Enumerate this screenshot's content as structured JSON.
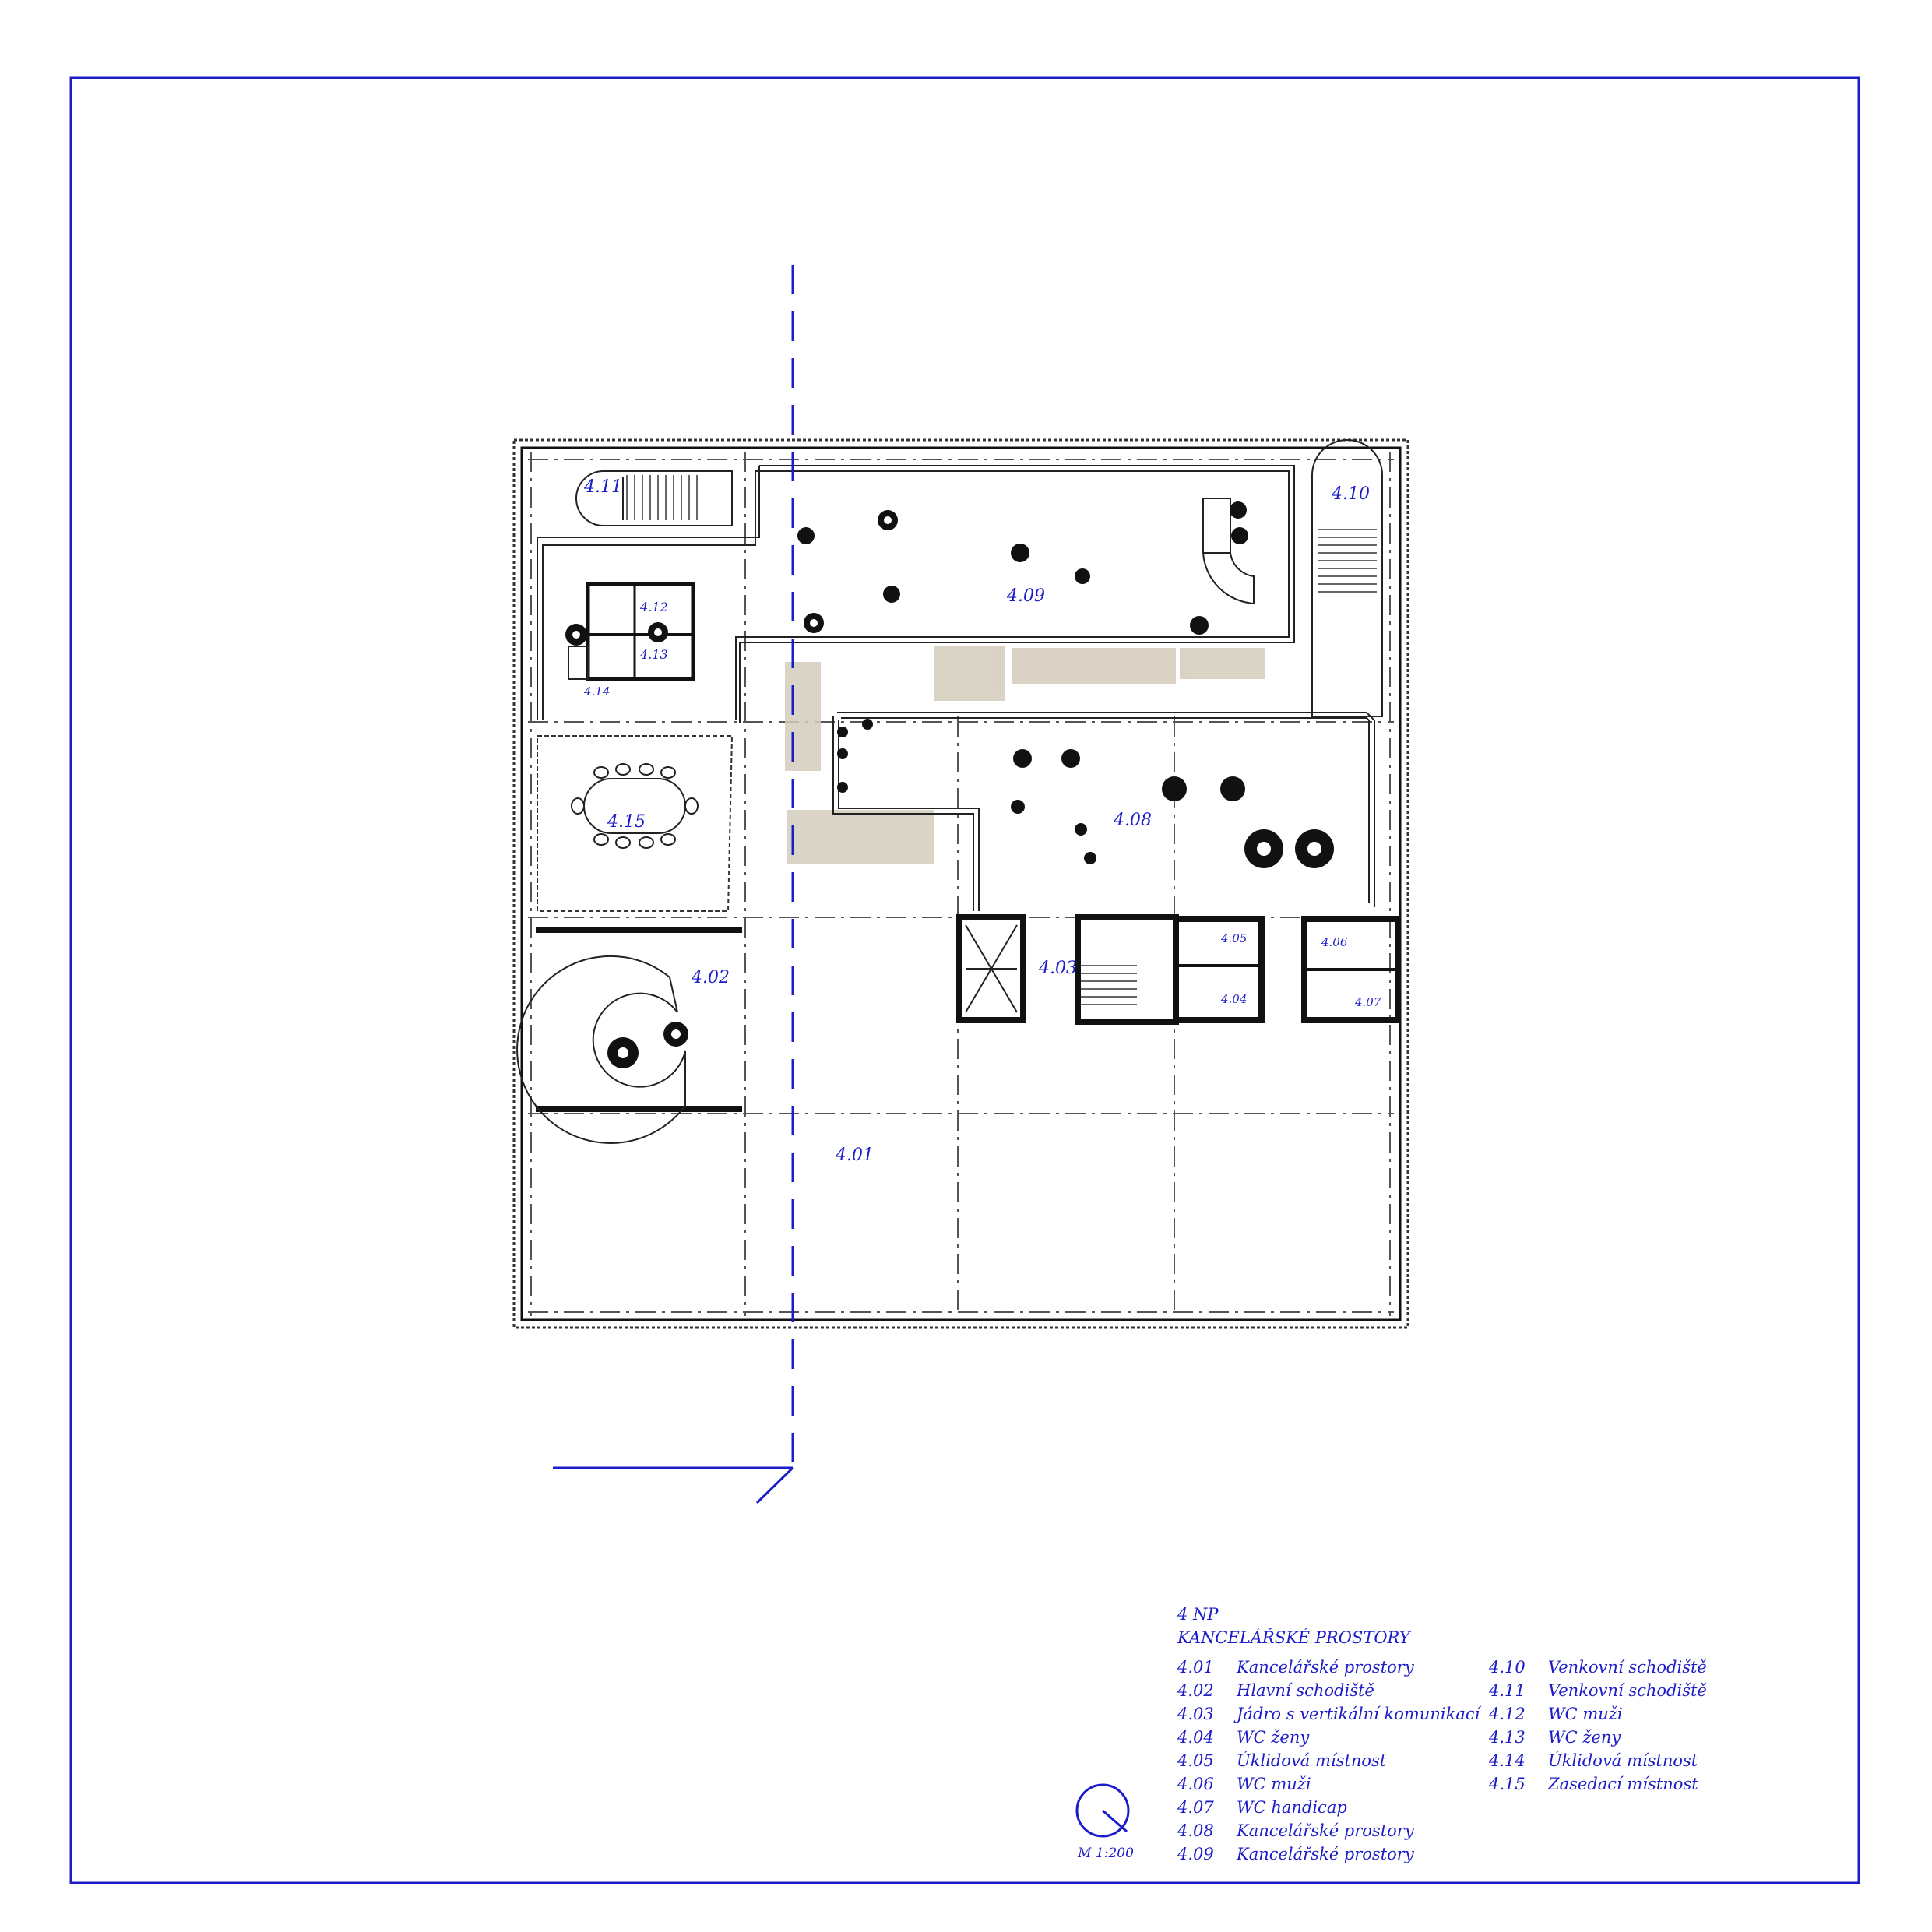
{
  "plan": {
    "room_labels": [
      {
        "id": "4.11",
        "text": "4.11"
      },
      {
        "id": "4.10",
        "text": "4.10"
      },
      {
        "id": "4.09",
        "text": "4.09"
      },
      {
        "id": "4.12",
        "text": "4.12"
      },
      {
        "id": "4.13",
        "text": "4.13"
      },
      {
        "id": "4.14",
        "text": "4.14"
      },
      {
        "id": "4.15",
        "text": "4.15"
      },
      {
        "id": "4.08",
        "text": "4.08"
      },
      {
        "id": "4.02",
        "text": "4.02"
      },
      {
        "id": "4.03",
        "text": "4.03"
      },
      {
        "id": "4.05",
        "text": "4.05"
      },
      {
        "id": "4.04",
        "text": "4.04"
      },
      {
        "id": "4.06",
        "text": "4.06"
      },
      {
        "id": "4.07",
        "text": "4.07"
      },
      {
        "id": "4.01",
        "text": "4.01"
      }
    ],
    "colors": {
      "annotation": "#1c1cc8",
      "walls": "#111111",
      "planting": "#c8bfae"
    }
  },
  "legend": {
    "floor": "4 NP",
    "title": "KANCELÁŘSKÉ PROSTORY",
    "left_column": [
      {
        "num": "4.01",
        "name": "Kancelářské prostory"
      },
      {
        "num": "4.02",
        "name": "Hlavní schodiště"
      },
      {
        "num": "4.03",
        "name": "Jádro s vertikální komunikací"
      },
      {
        "num": "4.04",
        "name": "WC ženy"
      },
      {
        "num": "4.05",
        "name": "Úklidová místnost"
      },
      {
        "num": "4.06",
        "name": "WC muži"
      },
      {
        "num": "4.07",
        "name": "WC handicap"
      },
      {
        "num": "4.08",
        "name": "Kancelářské prostory"
      },
      {
        "num": "4.09",
        "name": "Kancelářské prostory"
      }
    ],
    "right_column": [
      {
        "num": "4.10",
        "name": "Venkovní schodiště"
      },
      {
        "num": "4.11",
        "name": "Venkovní schodiště"
      },
      {
        "num": "4.12",
        "name": "WC muži"
      },
      {
        "num": "4.13",
        "name": "WC ženy"
      },
      {
        "num": "4.14",
        "name": "Úklidová místnost"
      },
      {
        "num": "4.15",
        "name": "Zasedací místnost"
      }
    ]
  },
  "north_arrow": {
    "scale": "M 1:200"
  }
}
